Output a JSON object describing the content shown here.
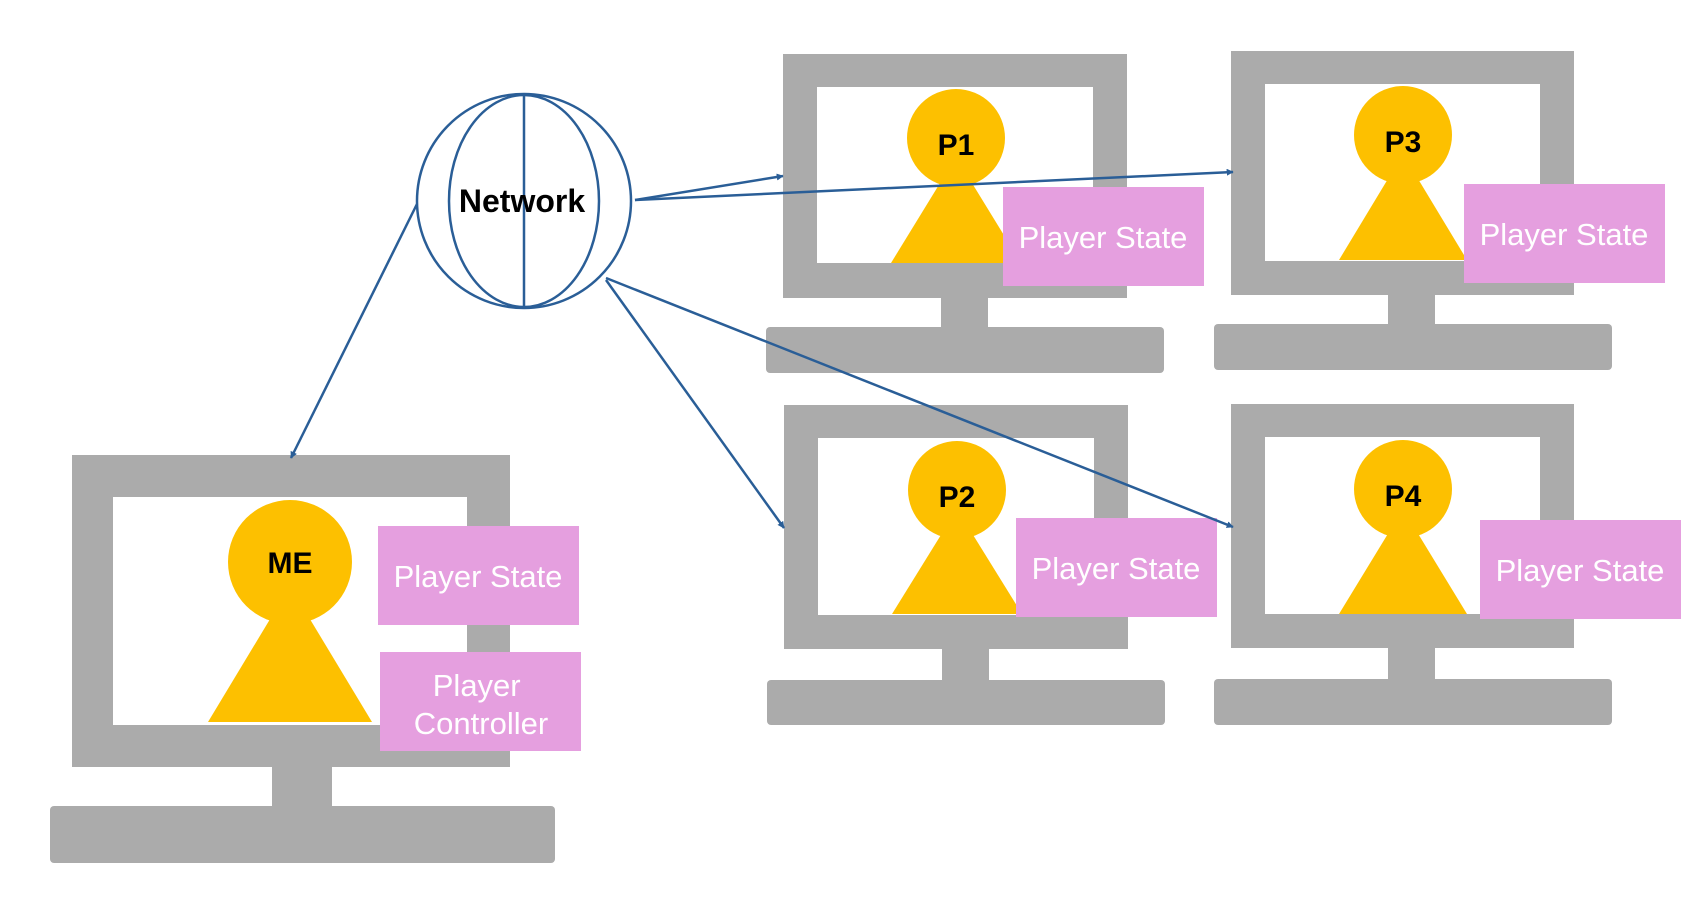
{
  "network": {
    "label": "Network"
  },
  "computers": {
    "me": {
      "label": "ME",
      "state_label": "Player State",
      "controller_label": "Player Controller"
    },
    "p1": {
      "label": "P1",
      "state_label": "Player State"
    },
    "p2": {
      "label": "P2",
      "state_label": "Player State"
    },
    "p3": {
      "label": "P3",
      "state_label": "Player State"
    },
    "p4": {
      "label": "P4",
      "state_label": "Player State"
    }
  },
  "colors": {
    "monitor": "#ababab",
    "screen": "#ffffff",
    "player": "#fdc000",
    "state_box": "#e59fdf",
    "arrow": "#2a5e97"
  }
}
